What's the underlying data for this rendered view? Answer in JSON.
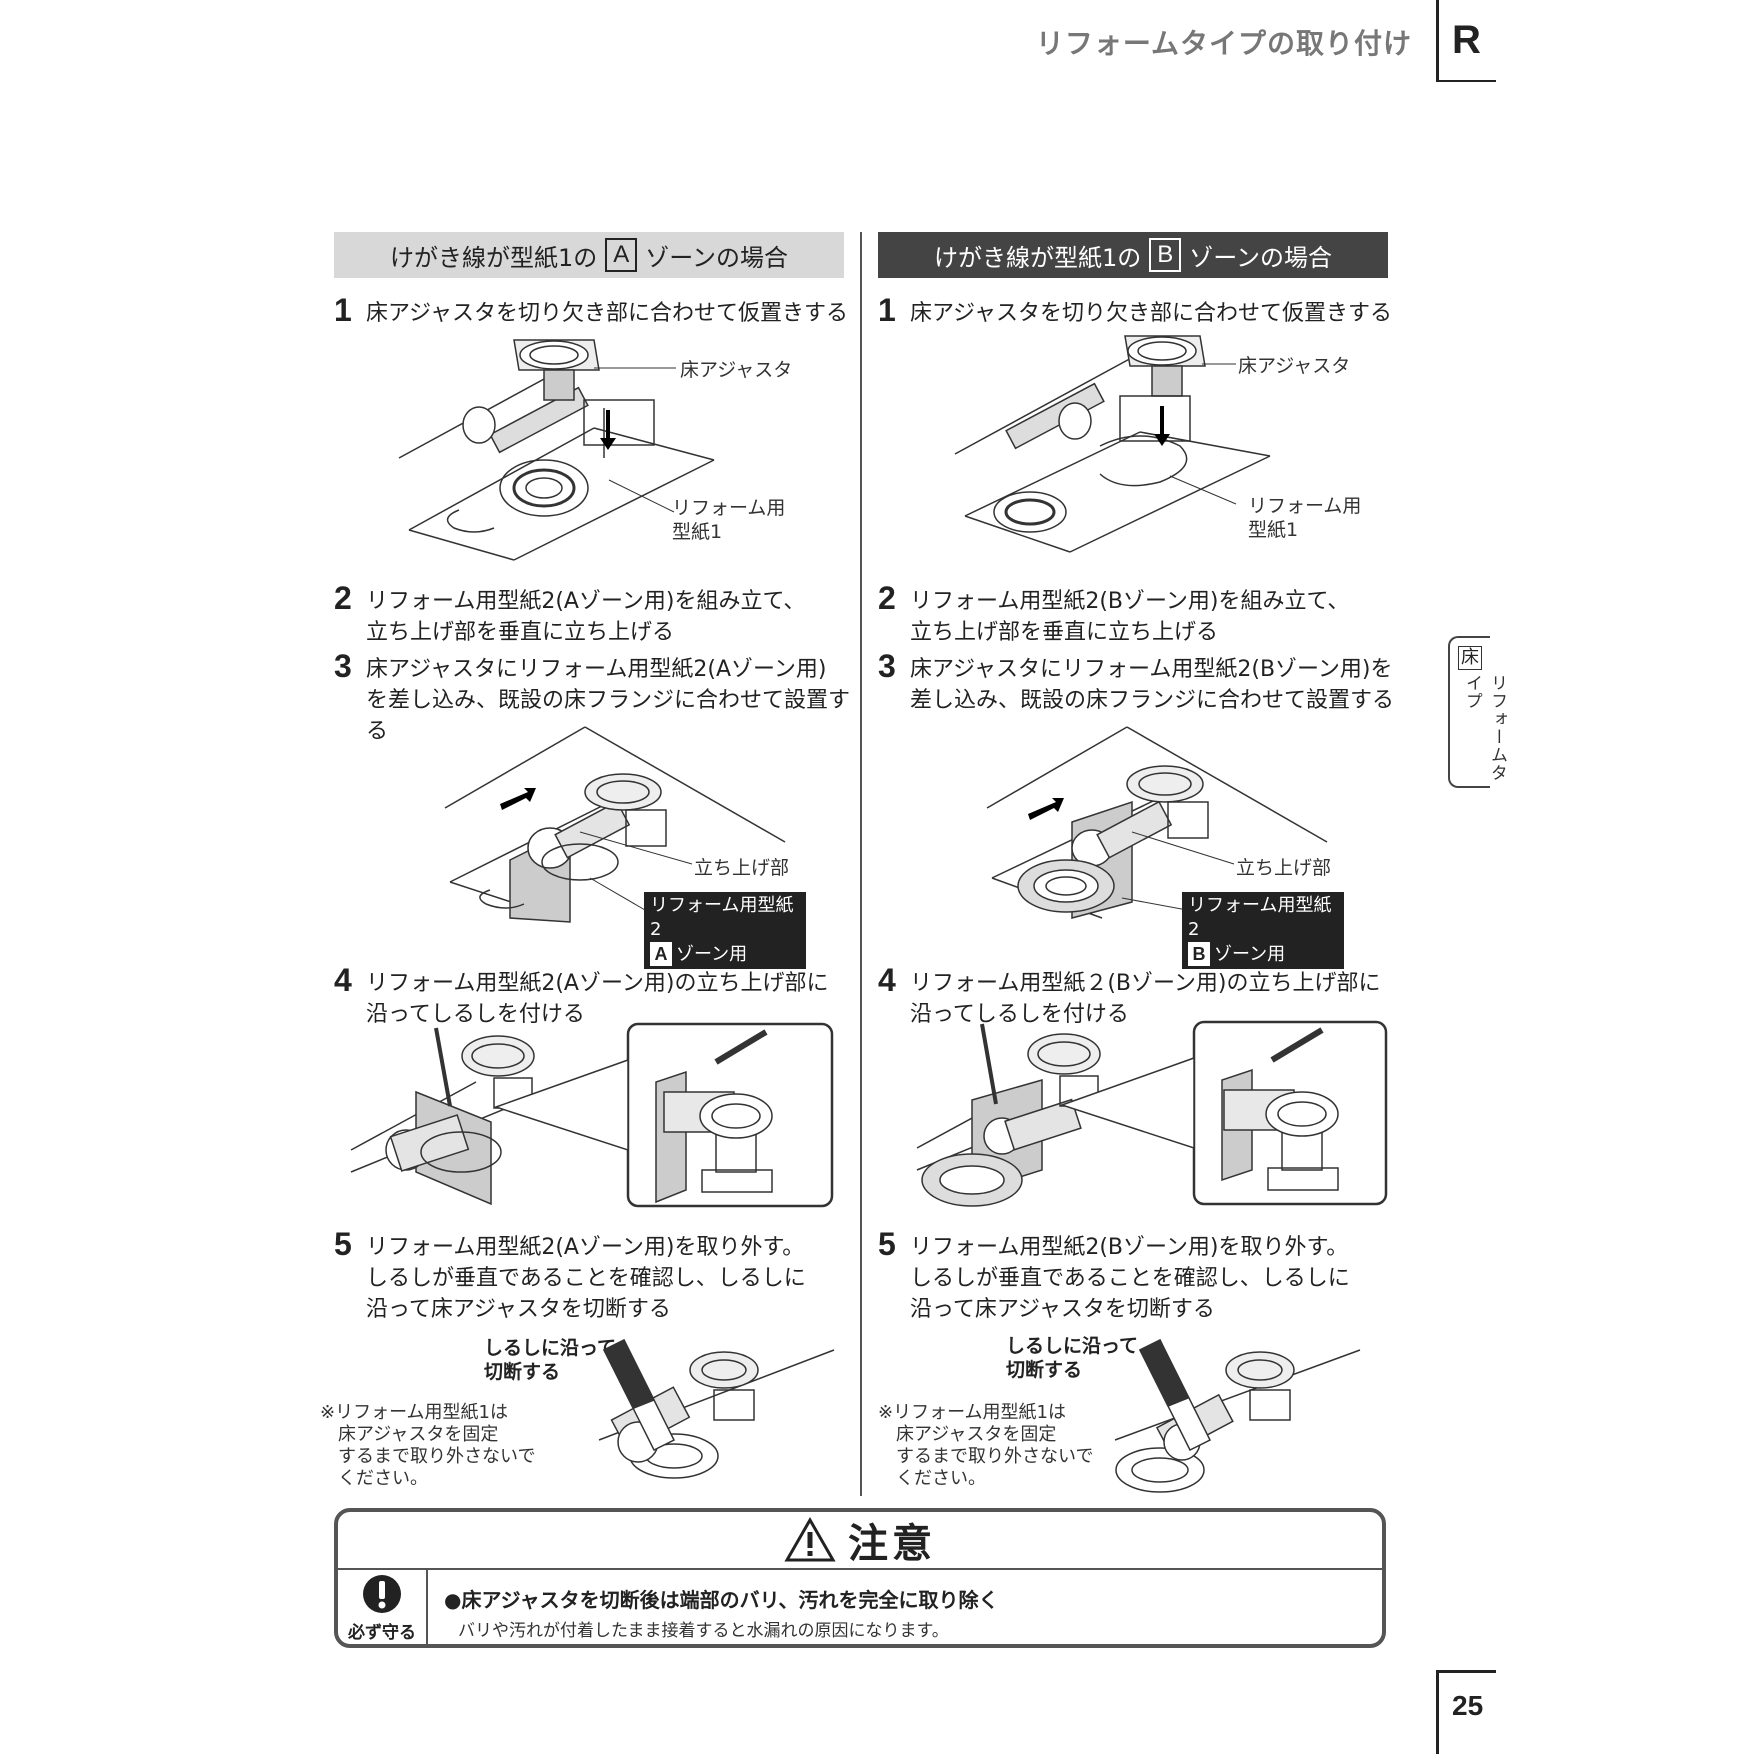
{
  "header": {
    "section_title": "リフォームタイプの取り付け",
    "section_letter": "R"
  },
  "side_tab": {
    "kanji": "床",
    "text": "リフォームタイプ"
  },
  "page_number": "25",
  "colA": {
    "head_pre": "けがき線が型紙1の",
    "zone": "A",
    "head_post": "ゾーンの場合",
    "steps": [
      {
        "num": "1",
        "text": "床アジャスタを切り欠き部に合わせて仮置きする"
      },
      {
        "num": "2",
        "text": "リフォーム用型紙2(Aゾーン用)を組み立て、\n立ち上げ部を垂直に立ち上げる"
      },
      {
        "num": "3",
        "text": "床アジャスタにリフォーム用型紙2(Aゾーン用)\nを差し込み、既設の床フランジに合わせて設置する"
      },
      {
        "num": "4",
        "text": "リフォーム用型紙2(Aゾーン用)の立ち上げ部に\n沿ってしるしを付ける"
      },
      {
        "num": "5",
        "text": "リフォーム用型紙2(Aゾーン用)を取り外す。\nしるしが垂直であることを確認し、しるしに\n沿って床アジャスタを切断する"
      }
    ],
    "fig1_label1": "床アジャスタ",
    "fig1_label2": "リフォーム用\n型紙1",
    "fig2_label1": "立ち上げ部",
    "fig2_box_line1": "リフォーム用型紙2",
    "fig2_box_zone": "A",
    "fig2_box_line2": "ゾーン用",
    "fig5_callout": "しるしに沿って\n切断する",
    "fig5_note": "※リフォーム用型紙1は\n　床アジャスタを固定\n　するまで取り外さないで\n　ください。"
  },
  "colB": {
    "head_pre": "けがき線が型紙1の",
    "zone": "B",
    "head_post": "ゾーンの場合",
    "steps": [
      {
        "num": "1",
        "text": "床アジャスタを切り欠き部に合わせて仮置きする"
      },
      {
        "num": "2",
        "text": "リフォーム用型紙2(Bゾーン用)を組み立て、\n立ち上げ部を垂直に立ち上げる"
      },
      {
        "num": "3",
        "text": "床アジャスタにリフォーム用型紙2(Bゾーン用)を\n差し込み、既設の床フランジに合わせて設置する"
      },
      {
        "num": "4",
        "text": "リフォーム用型紙２(Bゾーン用)の立ち上げ部に\n沿ってしるしを付ける"
      },
      {
        "num": "5",
        "text": "リフォーム用型紙2(Bゾーン用)を取り外す。\nしるしが垂直であることを確認し、しるしに\n沿って床アジャスタを切断する"
      }
    ],
    "fig1_label1": "床アジャスタ",
    "fig1_label2": "リフォーム用\n型紙1",
    "fig2_label1": "立ち上げ部",
    "fig2_box_line1": "リフォーム用型紙2",
    "fig2_box_zone": "B",
    "fig2_box_line2": "ゾーン用",
    "fig5_callout": "しるしに沿って\n切断する",
    "fig5_note": "※リフォーム用型紙1は\n　床アジャスタを固定\n　するまで取り外さないで\n　ください。"
  },
  "caution": {
    "title": "注意",
    "must_label": "必ず守る",
    "main": "●床アジャスタを切断後は端部のバリ、汚れを完全に取り除く",
    "sub": "バリや汚れが付着したまま接着すると水漏れの原因になります。"
  }
}
